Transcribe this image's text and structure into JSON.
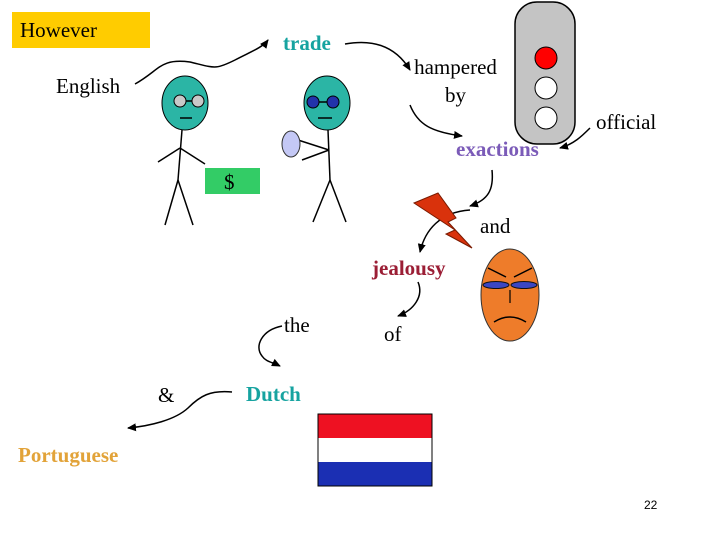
{
  "words": {
    "however": "However",
    "trade": "trade",
    "english": "English",
    "hampered_by": "hampered by",
    "official": "official",
    "exactions": "exactions",
    "money": "$",
    "and": "and",
    "jealousy": "jealousy",
    "the": "the",
    "of": "of",
    "ampersand": "&",
    "dutch": "Dutch",
    "portuguese": "Portuguese"
  },
  "page_number": "22",
  "icons": [
    "stick-figure-icon",
    "traffic-light-icon",
    "lightning-bolt-icon",
    "angry-face-icon",
    "dutch-flag-icon",
    "bribe-hand-icon"
  ],
  "colors": {
    "however_highlight": "#ffcc00",
    "money_highlight": "#33cc66",
    "teal_text": "#16a3a0",
    "purple_text": "#7b5bb8",
    "maroon_text": "#9b1e35",
    "orange_text": "#e2a339",
    "flag_red": "#ee1122",
    "flag_white": "#ffffff",
    "flag_blue": "#1b2fb3",
    "traffic_red": "#ff0000"
  }
}
